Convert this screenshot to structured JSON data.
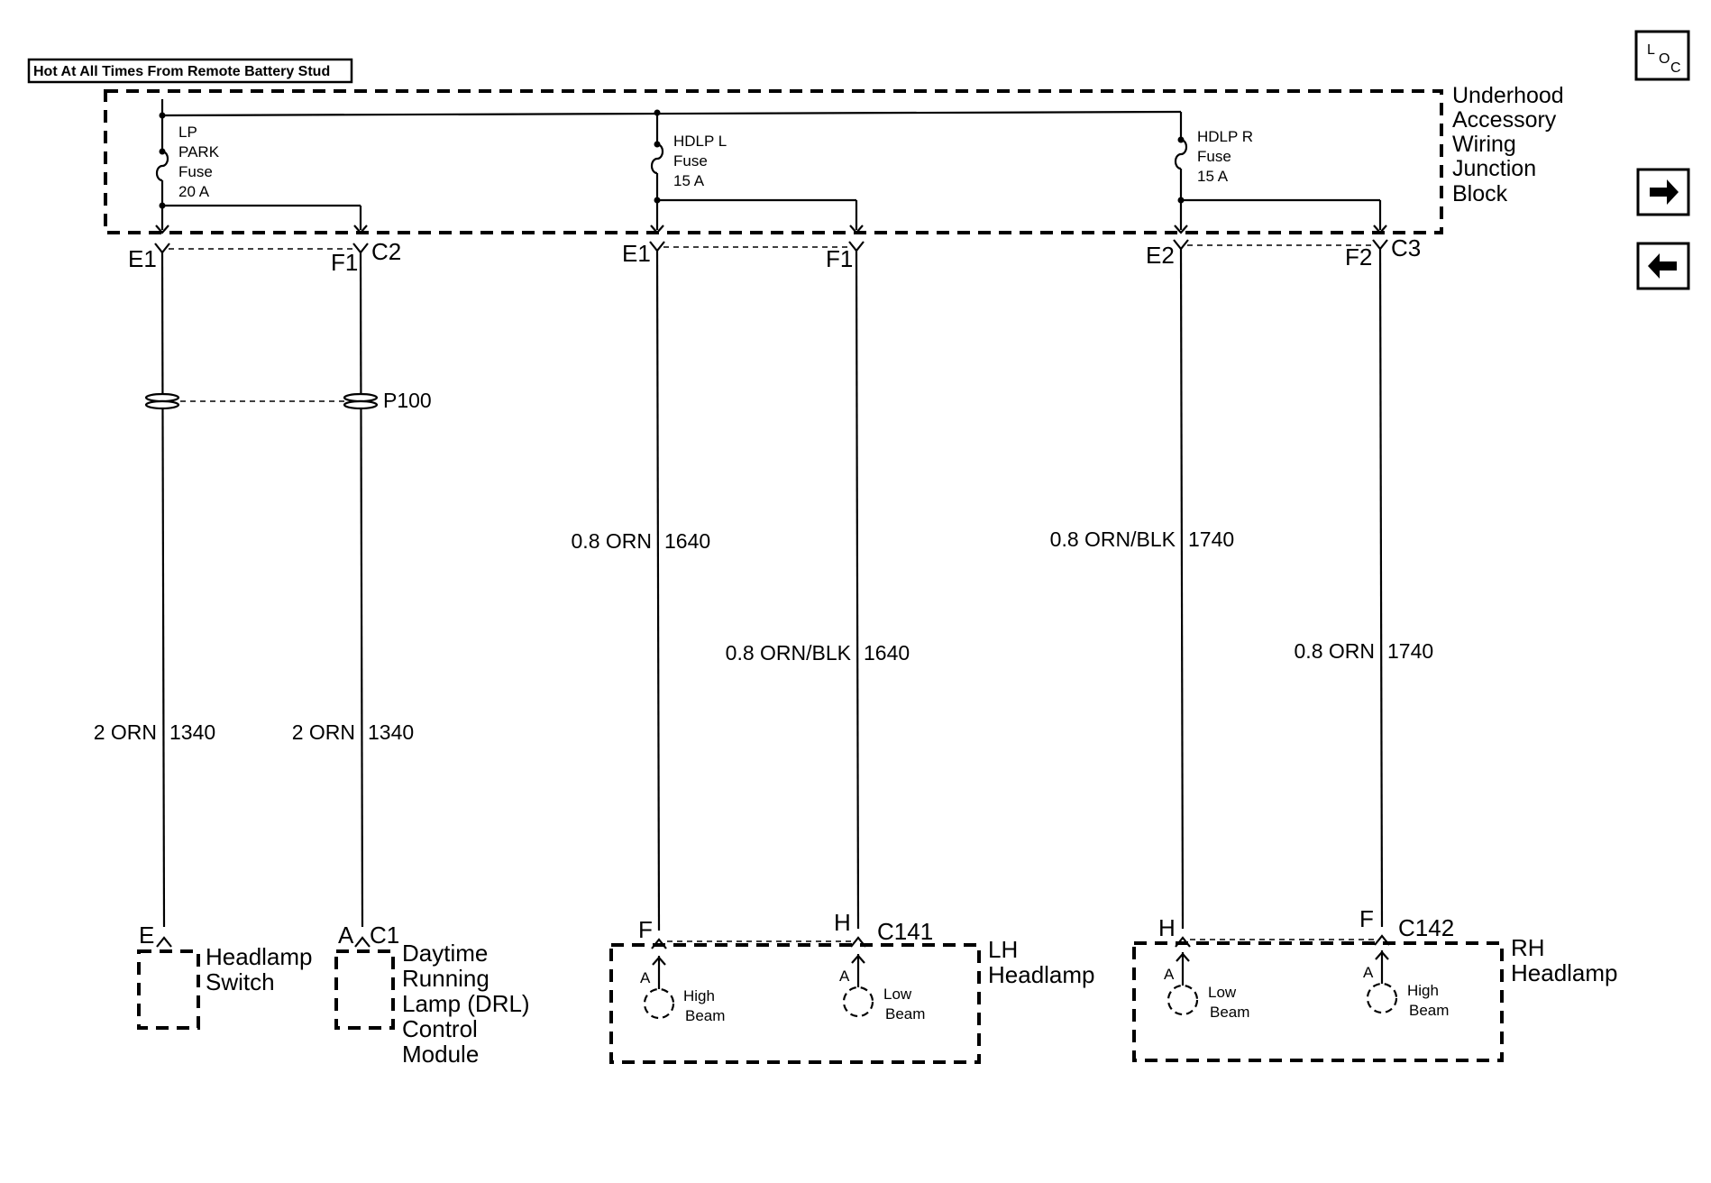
{
  "header": {
    "hot_label": "Hot At All Times From Remote Battery Stud"
  },
  "junction_block": {
    "name_lines": [
      "Underhood",
      "Accessory",
      "Wiring",
      "Junction",
      "Block"
    ]
  },
  "fuses": [
    {
      "lines": [
        "LP",
        "PARK",
        "Fuse",
        "20 A"
      ]
    },
    {
      "lines": [
        "HDLP L",
        "Fuse",
        "15 A"
      ]
    },
    {
      "lines": [
        "HDLP R",
        "Fuse",
        "15 A"
      ]
    }
  ],
  "connectors": {
    "c2": "C2",
    "c3": "C3",
    "c1": "C1",
    "c141": "C141",
    "c142": "C142",
    "p100": "P100"
  },
  "pins": {
    "top": [
      "E1",
      "F1",
      "E1",
      "F1",
      "E2",
      "F2"
    ],
    "bottom": [
      "E",
      "A",
      "F",
      "H",
      "H",
      "F"
    ]
  },
  "wires": [
    {
      "gauge_color": "2 ORN",
      "circuit": "1340"
    },
    {
      "gauge_color": "2 ORN",
      "circuit": "1340"
    },
    {
      "gauge_color": "0.8 ORN",
      "circuit": "1640"
    },
    {
      "gauge_color": "0.8 ORN/BLK",
      "circuit": "1640"
    },
    {
      "gauge_color": "0.8 ORN/BLK",
      "circuit": "1740"
    },
    {
      "gauge_color": "0.8 ORN",
      "circuit": "1740"
    }
  ],
  "components": {
    "headlamp_switch": [
      "Headlamp",
      "Switch"
    ],
    "drl_module": [
      "Daytime",
      "Running",
      "Lamp (DRL)",
      "Control",
      "Module"
    ],
    "lh_headlamp": [
      "LH",
      "Headlamp"
    ],
    "rh_headlamp": [
      "RH",
      "Headlamp"
    ]
  },
  "bulbs": [
    {
      "pin": "A",
      "lines": [
        "High",
        "Beam"
      ]
    },
    {
      "pin": "A",
      "lines": [
        "Low",
        "Beam"
      ]
    },
    {
      "pin": "A",
      "lines": [
        "Low",
        "Beam"
      ]
    },
    {
      "pin": "A",
      "lines": [
        "High",
        "Beam"
      ]
    }
  ],
  "nav": {
    "loc_icon": "location-icon",
    "next_icon": "arrow-right-icon",
    "prev_icon": "arrow-left-icon"
  }
}
